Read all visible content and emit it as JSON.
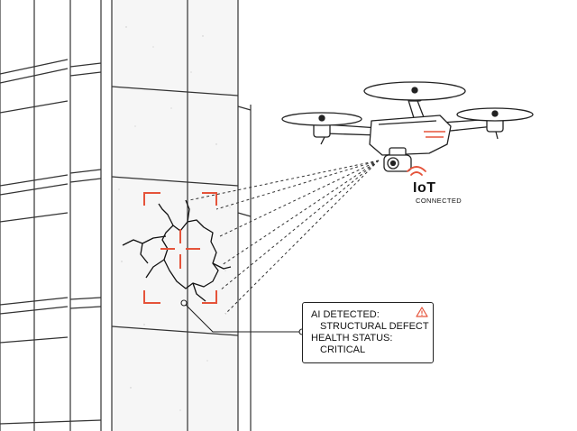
{
  "iot_badge": {
    "title": "IoT",
    "status": "CONNECTED",
    "icon": "wifi-signal-icon"
  },
  "alert_panel": {
    "detected_label": "AI DETECTED:",
    "detected_value": "STRUCTURAL DEFECT",
    "health_label": "HEALTH STATUS:",
    "health_value": "CRITICAL",
    "icon": "warning-triangle-icon"
  },
  "colors": {
    "line": "#222222",
    "accent": "#e5533a",
    "background": "#ffffff"
  }
}
